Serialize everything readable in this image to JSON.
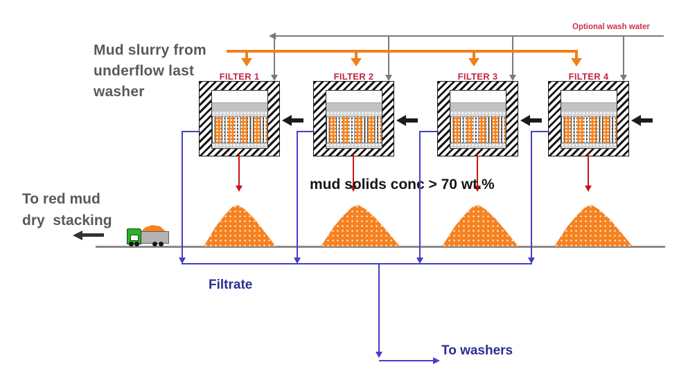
{
  "labels": {
    "mud_slurry_source": "Mud slurry from\nunderflow last\nwasher",
    "optional_wash_water": "Optional wash water",
    "mud_solids_conc": "mud solids conc > 70 wt.%",
    "to_red_mud_dry_stacking": "To red mud\ndry  stacking",
    "filtrate": "Filtrate",
    "to_washers": "To washers"
  },
  "filters": [
    {
      "label": "FILTER 1"
    },
    {
      "label": "FILTER 2"
    },
    {
      "label": "FILTER 3"
    },
    {
      "label": "FILTER 4"
    }
  ],
  "colors": {
    "slurry_orange": "#f08019",
    "mud_cake_orange": "#f58220",
    "filtrate_blue": "#443fc4",
    "label_navy": "#2d2d91",
    "discharge_red": "#cc1414",
    "filter_label_red": "#c22744",
    "wash_water_red": "#cb3148",
    "pipe_gray": "#7a7a7a",
    "text_gray": "#58595b"
  }
}
